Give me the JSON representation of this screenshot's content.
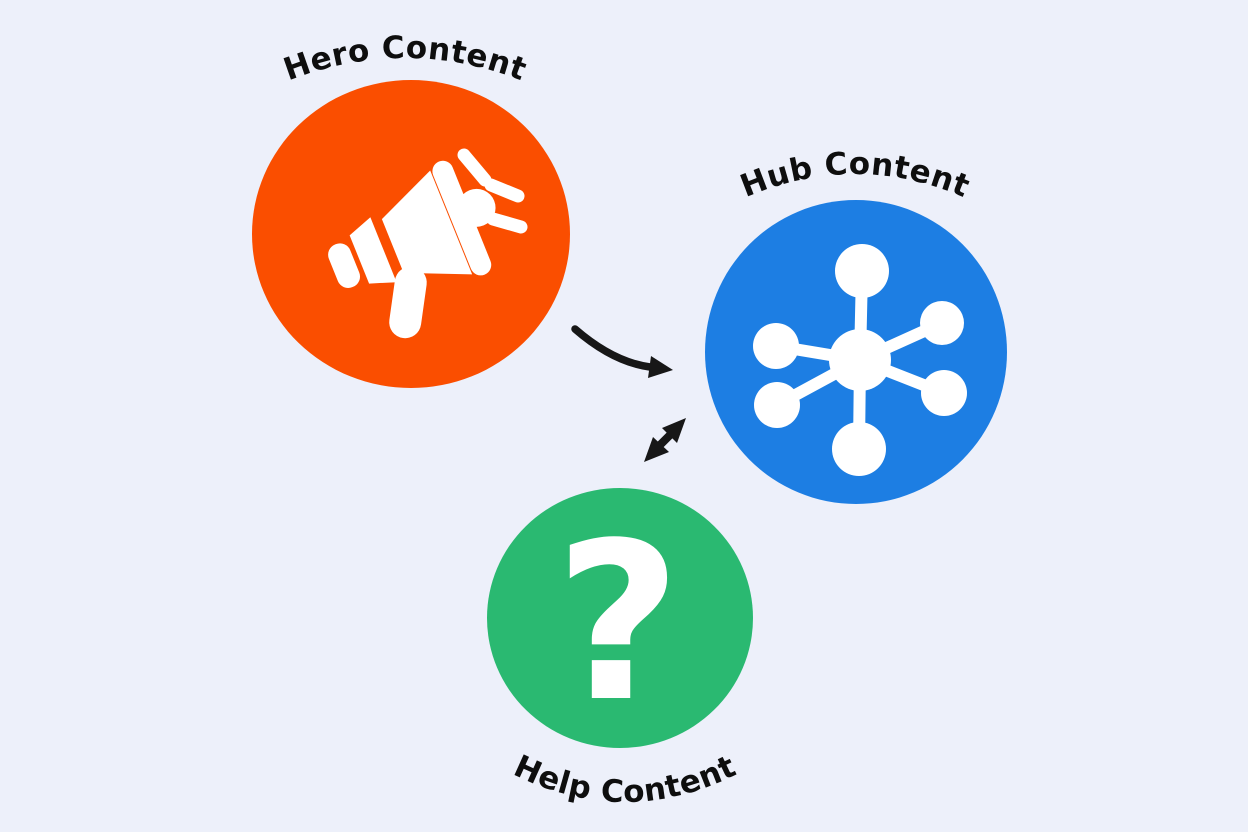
{
  "background_color": "#EDF0FA",
  "label_color": "#0E0E0E",
  "arrow_color": "#171717",
  "nodes": {
    "hero": {
      "label": "Hero Content",
      "color": "#FA4E00",
      "icon": "megaphone-icon",
      "icon_color": "#FFFFFF"
    },
    "hub": {
      "label": "Hub Content",
      "color": "#1D7EE3",
      "icon": "hub-spoke-network-icon",
      "icon_color": "#FFFFFF"
    },
    "help": {
      "label": "Help Content",
      "color": "#2AB971",
      "icon": "question-mark-icon",
      "icon_color": "#FFFFFF",
      "glyph": "?"
    }
  },
  "connectors": [
    {
      "from": "Hero Content",
      "to": "Hub Content",
      "direction": "one-way",
      "shape": "curved-arrow"
    },
    {
      "from": "Hub Content",
      "to": "Help Content",
      "direction": "two-way",
      "shape": "double-headed-arrow"
    }
  ]
}
